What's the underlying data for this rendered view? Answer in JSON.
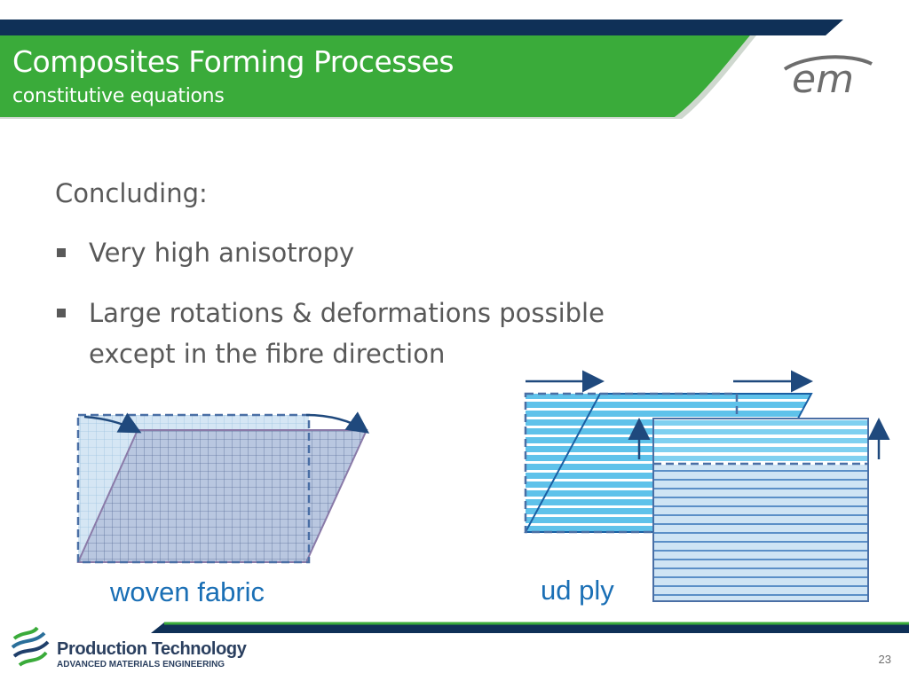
{
  "header": {
    "title": "Composites Forming Processes",
    "subtitle": "constitutive equations",
    "logo": "em",
    "colors": {
      "navy": "#0f3057",
      "green": "#3aab3a",
      "logo_gray": "#6d6d6d"
    }
  },
  "body": {
    "intro": "Concluding:",
    "bullets": [
      {
        "text": "Very high anisotropy"
      },
      {
        "lines": [
          "Large rotations & deformations possible",
          "except in the fibre direction"
        ]
      }
    ],
    "text_color": "#595959"
  },
  "figures": {
    "woven": {
      "caption": "woven fabric"
    },
    "ud": {
      "caption": "ud ply"
    },
    "caption_color": "#1a6fb5",
    "arrow_color": "#1f497d"
  },
  "footer": {
    "brand_line1": "Production Technology",
    "brand_line2": "ADVANCED MATERIALS ENGINEERING",
    "page_number": "23",
    "logo_icon": "wave-stripes-icon"
  }
}
